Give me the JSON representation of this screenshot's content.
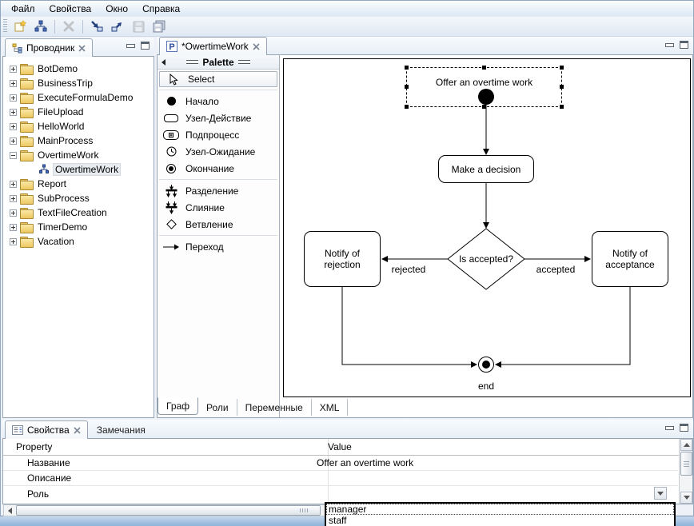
{
  "menu_bar": {
    "items": [
      "Файл",
      "Свойства",
      "Окно",
      "Справка"
    ]
  },
  "toolbar": {
    "buttons": [
      "new-wizard",
      "new-process",
      "delete",
      "import",
      "export",
      "save",
      "save-all"
    ]
  },
  "explorer": {
    "title": "Проводник",
    "items": [
      "BotDemo",
      "BusinessTrip",
      "ExecuteFormulaDemo",
      "FileUpload",
      "HelloWorld",
      "MainProcess",
      "OvertimeWork",
      "Report",
      "SubProcess",
      "TextFileCreation",
      "TimerDemo",
      "Vacation"
    ],
    "expanded_item": "OvertimeWork",
    "child_item": "OwertimeWork"
  },
  "editor": {
    "tab_title": "*OwertimeWork",
    "tab_icon": "P",
    "palette": {
      "title": "Palette",
      "tools": [
        "Select",
        "Начало",
        "Узел-Действие",
        "Подпроцесс",
        "Узел-Ожидание",
        "Окончание",
        "Разделение",
        "Слияние",
        "Ветвление",
        "Переход"
      ],
      "selected_tool": "Select"
    },
    "bottom_tabs": [
      "Граф",
      "Роли",
      "Переменные",
      "XML"
    ],
    "active_bottom_tab": "Граф"
  },
  "diagram": {
    "nodes": {
      "start": "Offer an overtime work",
      "task": "Make a decision",
      "decision": "Is accepted?",
      "reject": "Notify of rejection",
      "accept": "Notify of acceptance",
      "end": "end"
    },
    "transitions": {
      "left": "rejected",
      "right": "accepted"
    },
    "selected_node": "Offer an overtime work"
  },
  "properties_view": {
    "tabs": [
      "Свойства",
      "Замечания"
    ],
    "active_tab": "Свойства",
    "columns": [
      "Property",
      "Value"
    ],
    "rows": [
      {
        "name": "Название",
        "value": "Offer an overtime work"
      },
      {
        "name": "Описание",
        "value": ""
      },
      {
        "name": "Роль",
        "value": ""
      }
    ],
    "role_dropdown": {
      "options": [
        "manager",
        "staff"
      ],
      "focused_option": "manager"
    }
  },
  "colors": {
    "node_border": "#000000",
    "selection_handles": "#000000",
    "toolbar_icon_blue": "#24407e",
    "folder_yellow": "#edc75f",
    "panel_border": "#96a5b6",
    "taskbar_blue": "#8fb2d8"
  }
}
